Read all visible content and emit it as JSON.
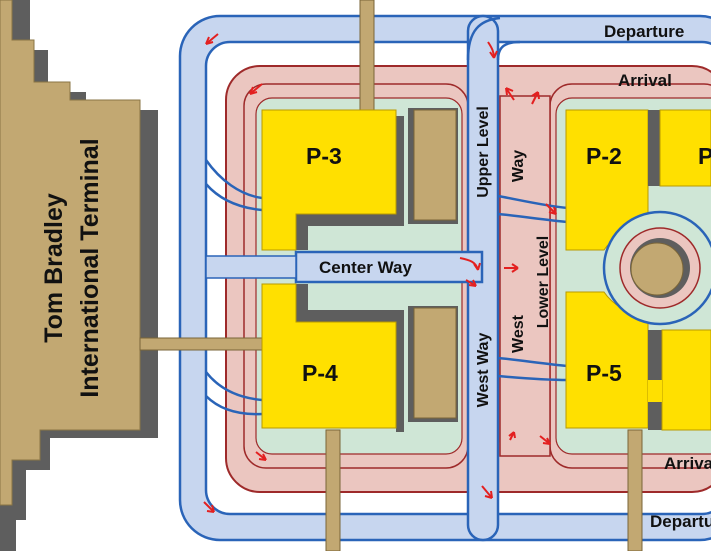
{
  "terminal": {
    "line1": "Tom Bradley",
    "line2": "International Terminal"
  },
  "parking": {
    "p3": "P-3",
    "p4": "P-4",
    "p2": "P-2",
    "p5": "P-5",
    "p_partial": "P"
  },
  "roads": {
    "departure_top": "Departure",
    "arrival_top": "Arrival",
    "arrival_bottom": "Arriva",
    "departure_bottom": "Departu",
    "center_way": "Center Way",
    "upper_level": "Upper Level",
    "way": "Way",
    "lower_level": "Lower Level",
    "west": "West",
    "west_way": "West Way"
  },
  "colors": {
    "terminal": "#c2a872",
    "terminal_shadow": "#5e5e5e",
    "departure_road": "#c7d6ef",
    "road_outline": "#2a64b8",
    "arrival_area": "#ebc6c0",
    "arrival_outline": "#9e2a2a",
    "median": "#cfe6d6",
    "parking": "#ffe000",
    "arrow": "#e32020"
  }
}
